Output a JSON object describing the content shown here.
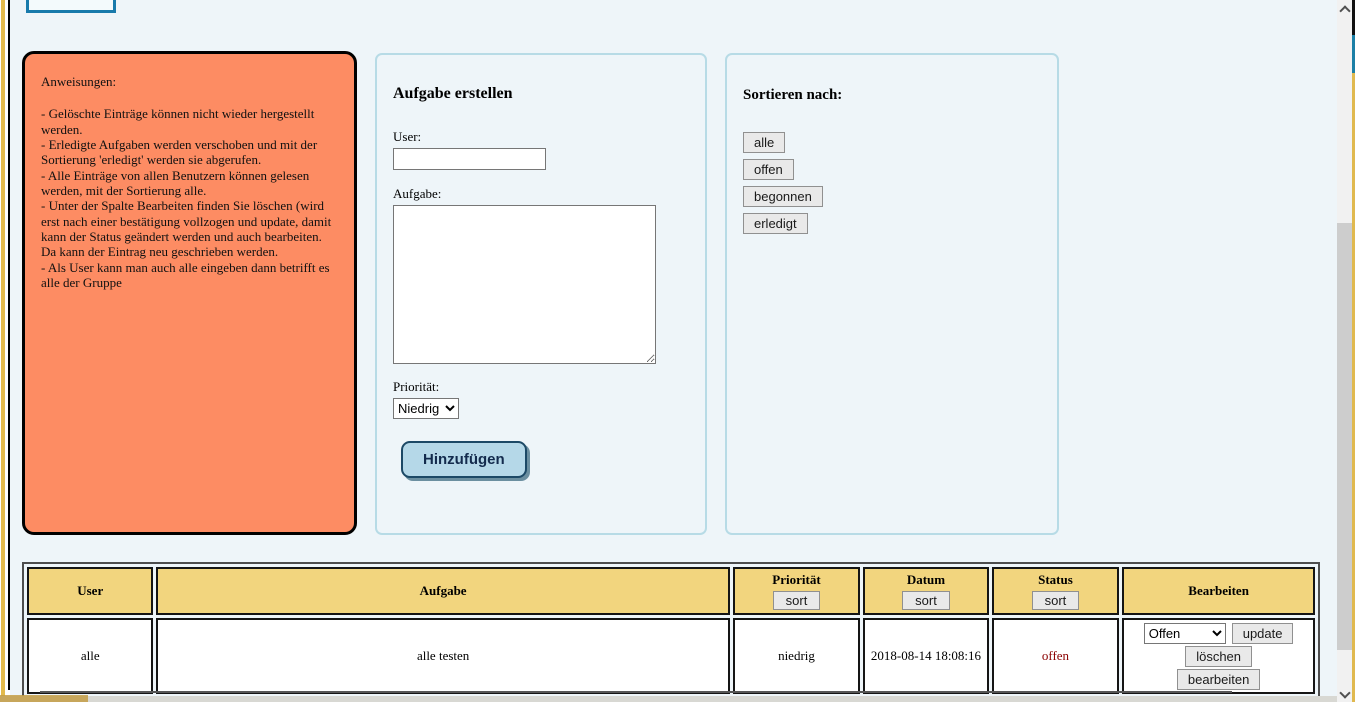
{
  "colors": {
    "instructions_bg": "#fd8c63",
    "table_header_bg": "#f2d57e",
    "status_open_text": "#8b0000",
    "add_button_bg": "#b5d8e8",
    "panel_border": "#b7dbe6",
    "page_bg": "#eef5f9",
    "frame_gold": "#e3ba4b"
  },
  "instructions": {
    "title": "Anweisungen:",
    "lines": [
      "- Gelöschte Einträge können nicht wieder hergestellt werden.",
      "- Erledigte Aufgaben werden verschoben und mit der Sortierung 'erledigt' werden sie abgerufen.",
      "- Alle Einträge von allen Benutzern können gelesen werden, mit der Sortierung alle.",
      "- Unter der Spalte Bearbeiten finden Sie löschen (wird erst nach einer bestätigung vollzogen und update, damit kann der Status geändert werden und auch bearbeiten. Da kann der Eintrag neu geschrieben werden.",
      "- Als User kann man auch alle eingeben dann betrifft es alle der Gruppe"
    ]
  },
  "create_form": {
    "heading": "Aufgabe erstellen",
    "user_label": "User:",
    "user_value": "",
    "task_label": "Aufgabe:",
    "task_value": "",
    "priority_label": "Priorität:",
    "priority_selected": "Niedrig",
    "submit_label": "Hinzufügen"
  },
  "sort_panel": {
    "heading": "Sortieren nach:",
    "buttons": [
      "alle",
      "offen",
      "begonnen",
      "erledigt"
    ]
  },
  "table": {
    "headers": {
      "user": "User",
      "aufgabe": "Aufgabe",
      "prioritaet": "Priorität",
      "datum": "Datum",
      "status": "Status",
      "bearbeiten": "Bearbeiten"
    },
    "sort_button_label": "sort",
    "row": {
      "user": "alle",
      "aufgabe": "alle testen",
      "prioritaet": "niedrig",
      "datum": "2018-08-14 18:08:16",
      "status": "offen",
      "status_select_value": "Offen",
      "update_label": "update",
      "delete_label": "löschen",
      "edit_label": "bearbeiten"
    }
  }
}
